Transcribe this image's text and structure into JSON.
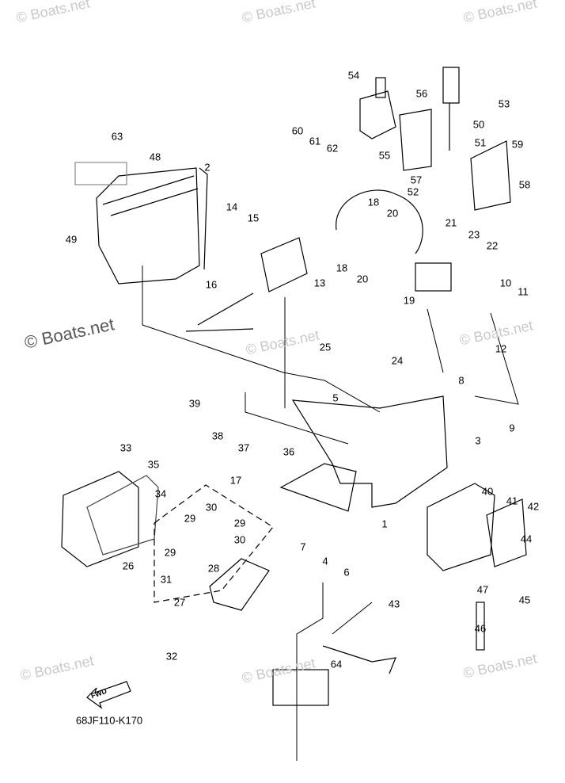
{
  "watermark": "© Boats.net",
  "diagram_code": "68JF110-K170",
  "fwd_label": "FWD",
  "part_labels": [
    "63",
    "48",
    "2",
    "49",
    "14",
    "15",
    "16",
    "13",
    "54",
    "56",
    "53",
    "60",
    "61",
    "62",
    "55",
    "50",
    "51",
    "57",
    "52",
    "59",
    "58",
    "18",
    "20",
    "21",
    "18",
    "20",
    "23",
    "22",
    "19",
    "10",
    "11",
    "25",
    "24",
    "12",
    "8",
    "5",
    "9",
    "39",
    "38",
    "37",
    "36",
    "3",
    "33",
    "35",
    "34",
    "17",
    "40",
    "41",
    "42",
    "30",
    "29",
    "29",
    "30",
    "29",
    "1",
    "44",
    "7",
    "4",
    "6",
    "26",
    "31",
    "28",
    "45",
    "47",
    "27",
    "43",
    "46",
    "32",
    "64"
  ]
}
